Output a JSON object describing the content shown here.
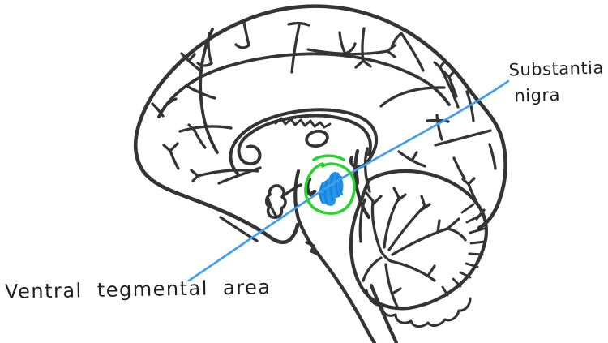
{
  "labels": {
    "substantia_nigra": {
      "line1": "Substantia",
      "line2": "nigra"
    },
    "ventral_tegmental_area": {
      "text": "Ventral tegmental area"
    }
  },
  "colors": {
    "ink": "#2a2a2a",
    "leader_line": "#3f9ff0",
    "highlight_circle": "#29d32e",
    "highlight_fill": "#2496ec",
    "highlight_fill_dark": "#1b7fd6",
    "background": "#ffffff"
  }
}
